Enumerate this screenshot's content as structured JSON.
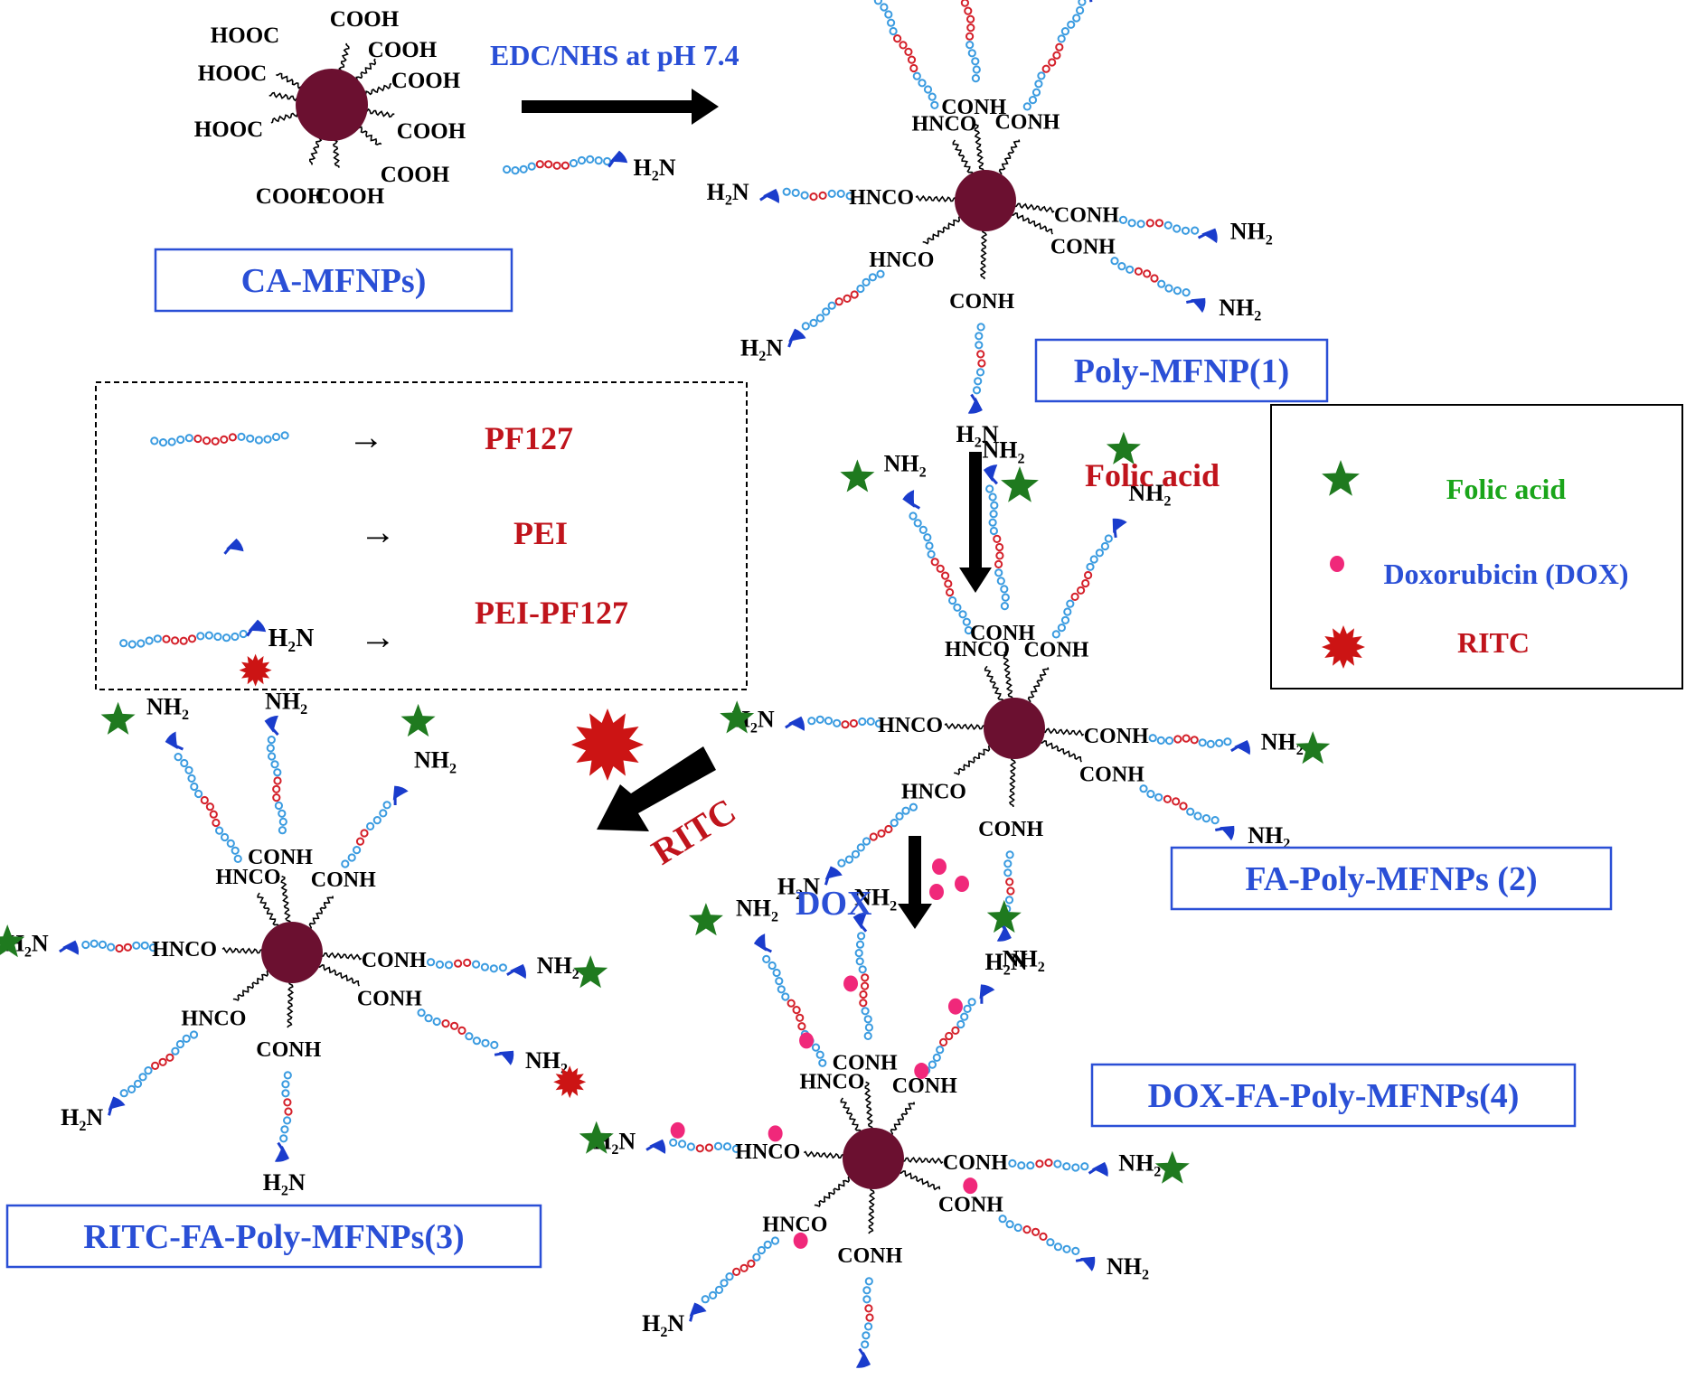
{
  "labels": {
    "ca_mfnps": "CA-MFNPs)",
    "poly_mfnp": "Poly-MFNP(1)",
    "fa_poly": "FA-Poly-MFNPs (2)",
    "ritc_fa_poly": "RITC-FA-Poly-MFNPs(3)",
    "dox_fa_poly": "DOX-FA-Poly-MFNPs(4)"
  },
  "steps": {
    "edc": "EDC/NHS at pH 7.4",
    "folic": "Folic acid",
    "ritc": "RITC",
    "dox": "DOX"
  },
  "key_box": {
    "items": [
      {
        "name": "PF127"
      },
      {
        "name": "PEI"
      },
      {
        "name": "PEI-PF127",
        "h2n": "H2N"
      }
    ],
    "arrow": "→"
  },
  "legend": {
    "items": [
      {
        "label": "Folic acid",
        "color": "#1aa51a",
        "icon": "star-icon"
      },
      {
        "label": "Doxorubicin (DOX)",
        "color": "#2a4fd6",
        "icon": "dot-icon"
      },
      {
        "label": "RITC",
        "color": "#c0141c",
        "icon": "burst-icon"
      }
    ]
  },
  "groups": {
    "cooh": "COOH",
    "hooc": "HOOC",
    "conh": "CONH",
    "hnco": "HNCO",
    "nh": "NH",
    "hn": "H",
    "n": "N",
    "sub2": "2"
  },
  "colors": {
    "core": "#6b1030",
    "pf_blue": "#3a9be0",
    "pf_red": "#d4202a",
    "pei": "#1a3ccc",
    "star": "#1f7a1f",
    "dox": "#f0287a",
    "ritc": "#cc1414"
  }
}
